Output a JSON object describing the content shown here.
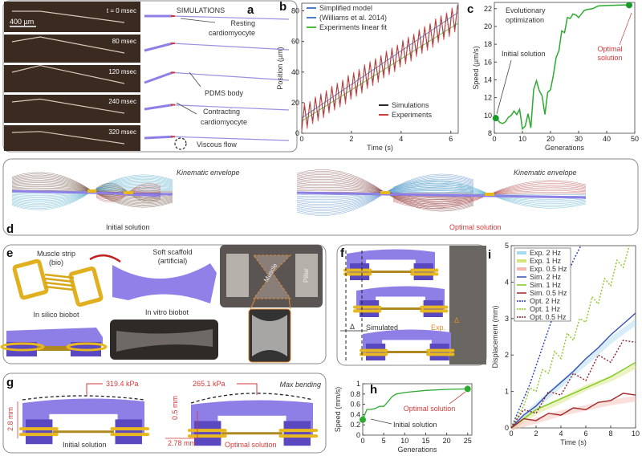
{
  "panel_a": {
    "letter": "a",
    "scale_bar": "400 µm",
    "frames": [
      "t = 0 msec",
      "80 msec",
      "120 msec",
      "240 msec",
      "320 msec"
    ],
    "simulations_title": "SIMULATIONS",
    "annotations": {
      "resting": [
        "Resting",
        "cardiomyocyte"
      ],
      "pdms": "PDMS body",
      "contracting": [
        "Contracting",
        "cardiomyocyte"
      ],
      "viscous": "Viscous flow"
    }
  },
  "panel_d": {
    "letter": "d",
    "left_title": "Kinematic envelope",
    "right_title": "Kinematic envelope",
    "left_caption": "Initial solution",
    "right_caption": "Optimal solution"
  },
  "panel_e": {
    "letter": "e",
    "muscle": [
      "Muscle strip",
      "(bio)"
    ],
    "scaffold": [
      "Soft scaffold",
      "(artificial)"
    ],
    "in_silico": "In silico biobot",
    "in_vitro": "In vitro biobot",
    "photo_muscle": "Muscle",
    "photo_pillar": "Pillar"
  },
  "panel_f": {
    "letter": "f",
    "delta": "Δ",
    "simulated": "Simulated",
    "exp": "Exp."
  },
  "panel_g": {
    "letter": "g",
    "stress_initial": "319.4 kPa",
    "stress_optimal": "265.1 kPa",
    "max_bending": "Max bending",
    "height": "2.8 mm",
    "gap": "0.5 mm",
    "offset": "2.78 mm",
    "initial": "Initial solution",
    "optimal": "Optimal solution"
  },
  "colors": {
    "simplified": "#4a7fc8",
    "fit": "#4cbb3c",
    "simulations": "#2a2a2a",
    "experiments": "#d03c3c",
    "evolution": "#2eaa32",
    "scaffold": "#8d7fe6",
    "muscle": "#e8b820",
    "annotation_red": "#d43a3a"
  },
  "chart_data": [
    {
      "id": "b",
      "letter": "b",
      "type": "line",
      "xlabel": "Time (s)",
      "ylabel": "Position (µm)",
      "xlim": [
        0,
        6.3
      ],
      "ylim": [
        0,
        85
      ],
      "xticks": [
        0,
        2,
        4,
        6
      ],
      "yticks": [
        0,
        20,
        40,
        60,
        80
      ],
      "legend_top": [
        "Simplified model",
        "(Williams et al. 2014)",
        "Experiments linear fit"
      ],
      "legend_bottom": [
        "Simulations",
        "Experiments"
      ],
      "series": [
        {
          "name": "Simplified model (Williams et al. 2014)",
          "color": "#4a7fc8",
          "points": [
            [
              0,
              10
            ],
            [
              6.3,
              79
            ]
          ]
        },
        {
          "name": "Experiments linear fit",
          "color": "#4cbb3c",
          "points": [
            [
              0,
              8
            ],
            [
              6.3,
              72
            ]
          ]
        },
        {
          "name": "Simulations",
          "color": "#2a2a2a",
          "x": [
            0,
            0.11,
            0.22,
            0.33,
            0.44,
            0.55,
            0.66,
            0.77,
            0.88,
            0.99,
            1.1,
            1.21,
            1.32,
            1.43,
            1.54,
            1.65,
            1.76,
            1.87,
            1.98,
            2.09,
            2.2,
            2.31,
            2.42,
            2.53,
            2.64,
            2.75,
            2.86,
            2.97,
            3.08,
            3.19,
            3.3,
            3.41,
            3.52,
            3.63,
            3.74,
            3.85,
            3.96,
            4.07,
            4.18,
            4.29,
            4.4,
            4.51,
            4.62,
            4.73,
            4.84,
            4.95,
            5.06,
            5.17,
            5.28,
            5.39,
            5.5,
            5.61,
            5.72,
            5.83,
            5.94,
            6.05,
            6.16,
            6.27
          ],
          "y": [
            3,
            18,
            5,
            20,
            8,
            23,
            10,
            25,
            12,
            27,
            15,
            30,
            17,
            32,
            19,
            34,
            21,
            37,
            24,
            39,
            26,
            41,
            28,
            44,
            31,
            46,
            33,
            48,
            35,
            50,
            38,
            53,
            40,
            55,
            42,
            57,
            45,
            60,
            47,
            62,
            49,
            64,
            52,
            67,
            54,
            69,
            56,
            71,
            58,
            74,
            61,
            76,
            63,
            78,
            65,
            81,
            68,
            83
          ]
        },
        {
          "name": "Experiments",
          "color": "#d03c3c",
          "x": [
            0,
            0.11,
            0.22,
            0.33,
            0.44,
            0.55,
            0.66,
            0.77,
            0.88,
            0.99,
            1.1,
            1.21,
            1.32,
            1.43,
            1.54,
            1.65,
            1.76,
            1.87,
            1.98,
            2.09,
            2.2,
            2.31,
            2.42,
            2.53,
            2.64,
            2.75,
            2.86,
            2.97,
            3.08,
            3.19,
            3.3,
            3.41,
            3.52,
            3.63,
            3.74,
            3.85,
            3.96,
            4.07,
            4.18,
            4.29,
            4.4,
            4.51,
            4.62,
            4.73,
            4.84,
            4.95,
            5.06,
            5.17,
            5.28,
            5.39,
            5.5,
            5.61,
            5.72,
            5.83,
            5.94,
            6.05,
            6.16,
            6.27
          ],
          "y": [
            1,
            20,
            3,
            21,
            6,
            24,
            8,
            26,
            10,
            28,
            13,
            31,
            15,
            33,
            17,
            35,
            19,
            38,
            22,
            40,
            24,
            42,
            26,
            45,
            29,
            47,
            31,
            49,
            33,
            51,
            36,
            54,
            38,
            56,
            40,
            58,
            43,
            61,
            45,
            63,
            47,
            65,
            50,
            68,
            52,
            70,
            54,
            72,
            56,
            75,
            59,
            77,
            61,
            79,
            63,
            82,
            66,
            84
          ]
        }
      ]
    },
    {
      "id": "c",
      "letter": "c",
      "type": "line",
      "xlabel": "Generations",
      "ylabel": "Speed (µm/s)",
      "xlim": [
        0,
        50
      ],
      "ylim": [
        8,
        22.7
      ],
      "xticks": [
        0,
        10,
        20,
        30,
        40,
        50
      ],
      "yticks": [
        8,
        10,
        12,
        14,
        16,
        18,
        20,
        22
      ],
      "title": [
        "Evolutionary",
        "optimization"
      ],
      "annotations": {
        "initial": "Initial solution",
        "optimal": [
          "Optimal",
          "solution"
        ]
      },
      "series": [
        {
          "color": "#2eaa32",
          "points": [
            [
              0,
              9.7
            ],
            [
              1,
              9.6
            ],
            [
              2,
              9.2
            ],
            [
              3,
              9.1
            ],
            [
              4,
              9.3
            ],
            [
              5,
              9.8
            ],
            [
              6,
              10.0
            ],
            [
              7,
              10.5
            ],
            [
              8,
              10.1
            ],
            [
              9,
              10.7
            ],
            [
              10,
              8.5
            ],
            [
              11,
              8.8
            ],
            [
              12,
              10.2
            ],
            [
              13,
              8.6
            ],
            [
              14,
              12.9
            ],
            [
              15,
              13.9
            ],
            [
              16,
              12.8
            ],
            [
              17,
              12.2
            ],
            [
              18,
              10.1
            ],
            [
              19,
              12.6
            ],
            [
              20,
              12.9
            ],
            [
              21,
              14.5
            ],
            [
              22,
              16.5
            ],
            [
              23,
              17.3
            ],
            [
              24,
              19.5
            ],
            [
              25,
              19.3
            ],
            [
              26,
              21.0
            ],
            [
              27,
              20.9
            ],
            [
              28,
              21.4
            ],
            [
              29,
              21.3
            ],
            [
              30,
              21.0
            ],
            [
              31,
              21.4
            ],
            [
              32,
              21.8
            ],
            [
              33,
              21.9
            ],
            [
              35,
              22.0
            ],
            [
              37,
              22.3
            ],
            [
              40,
              22.35
            ],
            [
              45,
              22.4
            ],
            [
              48,
              22.4
            ]
          ]
        }
      ],
      "markers": [
        [
          0.5,
          9.7
        ],
        [
          48,
          22.4
        ]
      ]
    },
    {
      "id": "h",
      "letter": "h",
      "type": "line",
      "xlabel": "Generations",
      "ylabel": "Speed (mm/s)",
      "xlim": [
        0,
        26
      ],
      "ylim": [
        0,
        1
      ],
      "xticks": [
        0,
        5,
        10,
        15,
        20,
        25
      ],
      "yticks": [
        0,
        0.2,
        0.4,
        0.6,
        0.8,
        1
      ],
      "annotations": {
        "initial": "Initial solution",
        "optimal": "Optimal solution"
      },
      "series": [
        {
          "color": "#2eaa32",
          "points": [
            [
              0,
              0.3
            ],
            [
              1,
              0.5
            ],
            [
              2,
              0.5
            ],
            [
              3,
              0.52
            ],
            [
              4,
              0.56
            ],
            [
              5,
              0.56
            ],
            [
              6,
              0.65
            ],
            [
              7,
              0.75
            ],
            [
              8,
              0.8
            ],
            [
              10,
              0.83
            ],
            [
              15,
              0.87
            ],
            [
              20,
              0.89
            ],
            [
              25,
              0.9
            ]
          ]
        }
      ],
      "markers": [
        [
          0,
          0.3
        ],
        [
          25,
          0.9
        ]
      ]
    },
    {
      "id": "i",
      "letter": "i",
      "type": "line",
      "xlabel": "Time (s)",
      "ylabel": "Displacement (mm)",
      "xlim": [
        0,
        10
      ],
      "ylim": [
        0,
        5
      ],
      "xticks": [
        0,
        2,
        4,
        6,
        8,
        10
      ],
      "yticks": [
        0,
        1,
        2,
        3,
        4,
        5
      ],
      "legend": "top-left",
      "series": [
        {
          "name": "Exp. 2 Hz",
          "color": "#a8d8ee",
          "style": "band",
          "points": [
            [
              0,
              0
            ],
            [
              2,
              0.6
            ],
            [
              4,
              1.2
            ],
            [
              6,
              1.8
            ],
            [
              8,
              2.4
            ],
            [
              10,
              2.9
            ]
          ]
        },
        {
          "name": "Exp. 1 Hz",
          "color": "#d6e27a",
          "style": "band",
          "points": [
            [
              0,
              0
            ],
            [
              2,
              0.45
            ],
            [
              4,
              0.75
            ],
            [
              6,
              1.1
            ],
            [
              8,
              1.35
            ],
            [
              10,
              1.7
            ]
          ]
        },
        {
          "name": "Exp. 0.5 Hz",
          "color": "#f4b8b0",
          "style": "band",
          "points": [
            [
              0,
              0
            ],
            [
              2,
              0.2
            ],
            [
              4,
              0.4
            ],
            [
              6,
              0.55
            ],
            [
              8,
              0.7
            ],
            [
              10,
              0.8
            ]
          ]
        },
        {
          "name": "Sim. 2 Hz",
          "color": "#3550b0",
          "style": "solid",
          "points": [
            [
              0,
              0
            ],
            [
              1,
              0.35
            ],
            [
              2,
              0.6
            ],
            [
              3,
              0.95
            ],
            [
              4,
              1.25
            ],
            [
              5,
              1.55
            ],
            [
              6,
              1.9
            ],
            [
              7,
              2.2
            ],
            [
              8,
              2.55
            ],
            [
              9,
              2.85
            ],
            [
              10,
              3.15
            ]
          ]
        },
        {
          "name": "Sim. 1 Hz",
          "color": "#7cc824",
          "style": "solid",
          "points": [
            [
              0,
              0
            ],
            [
              2,
              0.5
            ],
            [
              4,
              0.8
            ],
            [
              6,
              1.1
            ],
            [
              8,
              1.4
            ],
            [
              10,
              1.8
            ]
          ]
        },
        {
          "name": "Sim. 0.5 Hz",
          "color": "#a02828",
          "style": "solid",
          "points": [
            [
              0,
              0
            ],
            [
              1,
              0.25
            ],
            [
              2,
              0.2
            ],
            [
              3,
              0.4
            ],
            [
              4,
              0.35
            ],
            [
              5,
              0.55
            ],
            [
              6,
              0.5
            ],
            [
              7,
              0.7
            ],
            [
              8,
              0.75
            ],
            [
              9,
              0.95
            ],
            [
              10,
              0.9
            ]
          ]
        },
        {
          "name": "Opt. 2 Hz",
          "color": "#2838c0",
          "style": "dotted",
          "points": [
            [
              0,
              0
            ],
            [
              0.5,
              0.4
            ],
            [
              1,
              0.8
            ],
            [
              1.5,
              1.2
            ],
            [
              2,
              1.7
            ],
            [
              2.5,
              2.2
            ],
            [
              3,
              2.7
            ],
            [
              3.5,
              3.2
            ],
            [
              4,
              3.7
            ],
            [
              4.5,
              4.2
            ],
            [
              5,
              4.6
            ],
            [
              5.6,
              5
            ]
          ]
        },
        {
          "name": "Opt. 1 Hz",
          "color": "#8ac820",
          "style": "dotted",
          "points": [
            [
              0,
              0
            ],
            [
              1,
              0.6
            ],
            [
              1.5,
              1.1
            ],
            [
              2,
              1.0
            ],
            [
              2.5,
              1.6
            ],
            [
              3,
              1.5
            ],
            [
              3.5,
              2.1
            ],
            [
              4,
              1.9
            ],
            [
              4.5,
              2.6
            ],
            [
              5,
              2.4
            ],
            [
              5.5,
              3.0
            ],
            [
              6,
              2.9
            ],
            [
              6.5,
              3.6
            ],
            [
              7,
              3.4
            ],
            [
              7.5,
              4.1
            ],
            [
              8,
              3.9
            ],
            [
              8.5,
              4.6
            ],
            [
              9,
              4.4
            ],
            [
              9.5,
              5
            ]
          ]
        },
        {
          "name": "Opt. 0.5 Hz",
          "color": "#902030",
          "style": "dotted",
          "points": [
            [
              0,
              0
            ],
            [
              1,
              0.5
            ],
            [
              2,
              0.4
            ],
            [
              3,
              1.0
            ],
            [
              4,
              0.9
            ],
            [
              5,
              1.5
            ],
            [
              6,
              1.3
            ],
            [
              7,
              2.0
            ],
            [
              8,
              1.8
            ],
            [
              9,
              2.4
            ],
            [
              10,
              2.35
            ]
          ]
        }
      ]
    }
  ]
}
